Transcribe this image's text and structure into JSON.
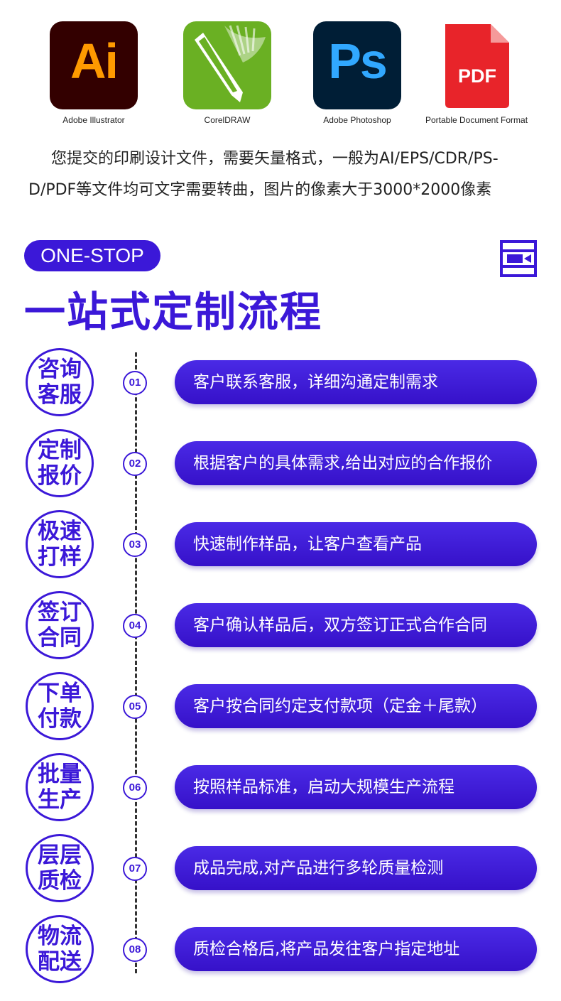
{
  "apps": [
    {
      "name": "Adobe Illustrator",
      "glyph": "Ai",
      "icon": "illustrator-icon",
      "bg": "#330000",
      "fg": "#ff9a00"
    },
    {
      "name": "CorelDRAW",
      "glyph": "",
      "icon": "coreldraw-icon",
      "bg": "#6ab023",
      "fg": "#ffffff"
    },
    {
      "name": "Adobe Photoshop",
      "glyph": "Ps",
      "icon": "photoshop-icon",
      "bg": "#001e36",
      "fg": "#31a8ff"
    },
    {
      "name": "Portable Document Format",
      "glyph": "PDF",
      "icon": "pdf-file-icon",
      "bg": "#e8242a",
      "fg": "#ffffff"
    }
  ],
  "intro": {
    "line1": "您提交的印刷设计文件，需要矢量格式，一般为AI/EPS/CDR/PS-",
    "line2": "D/PDF等文件均可文字需要转曲，图片的像素大于3000*2000像素"
  },
  "badge": "ONE-STOP",
  "title": "一站式定制流程",
  "colors": {
    "accent": "#3b18d8"
  },
  "steps": [
    {
      "label_top": "咨询",
      "label_bottom": "客服",
      "num": "01",
      "desc": "客户联系客服，详细沟通定制需求"
    },
    {
      "label_top": "定制",
      "label_bottom": "报价",
      "num": "02",
      "desc": "根据客户的具体需求,给出对应的合作报价"
    },
    {
      "label_top": "极速",
      "label_bottom": "打样",
      "num": "03",
      "desc": "快速制作样品，让客户查看产品"
    },
    {
      "label_top": "签订",
      "label_bottom": "合同",
      "num": "04",
      "desc": "客户确认样品后，双方签订正式合作合同"
    },
    {
      "label_top": "下单",
      "label_bottom": "付款",
      "num": "05",
      "desc": "客户按合同约定支付款项（定金＋尾款）"
    },
    {
      "label_top": "批量",
      "label_bottom": "生产",
      "num": "06",
      "desc": "按照样品标准，启动大规模生产流程"
    },
    {
      "label_top": "层层",
      "label_bottom": "质检",
      "num": "07",
      "desc": "成品完成,对产品进行多轮质量检测"
    },
    {
      "label_top": "物流",
      "label_bottom": "配送",
      "num": "08",
      "desc": "质检合格后,将产品发往客户指定地址"
    }
  ]
}
